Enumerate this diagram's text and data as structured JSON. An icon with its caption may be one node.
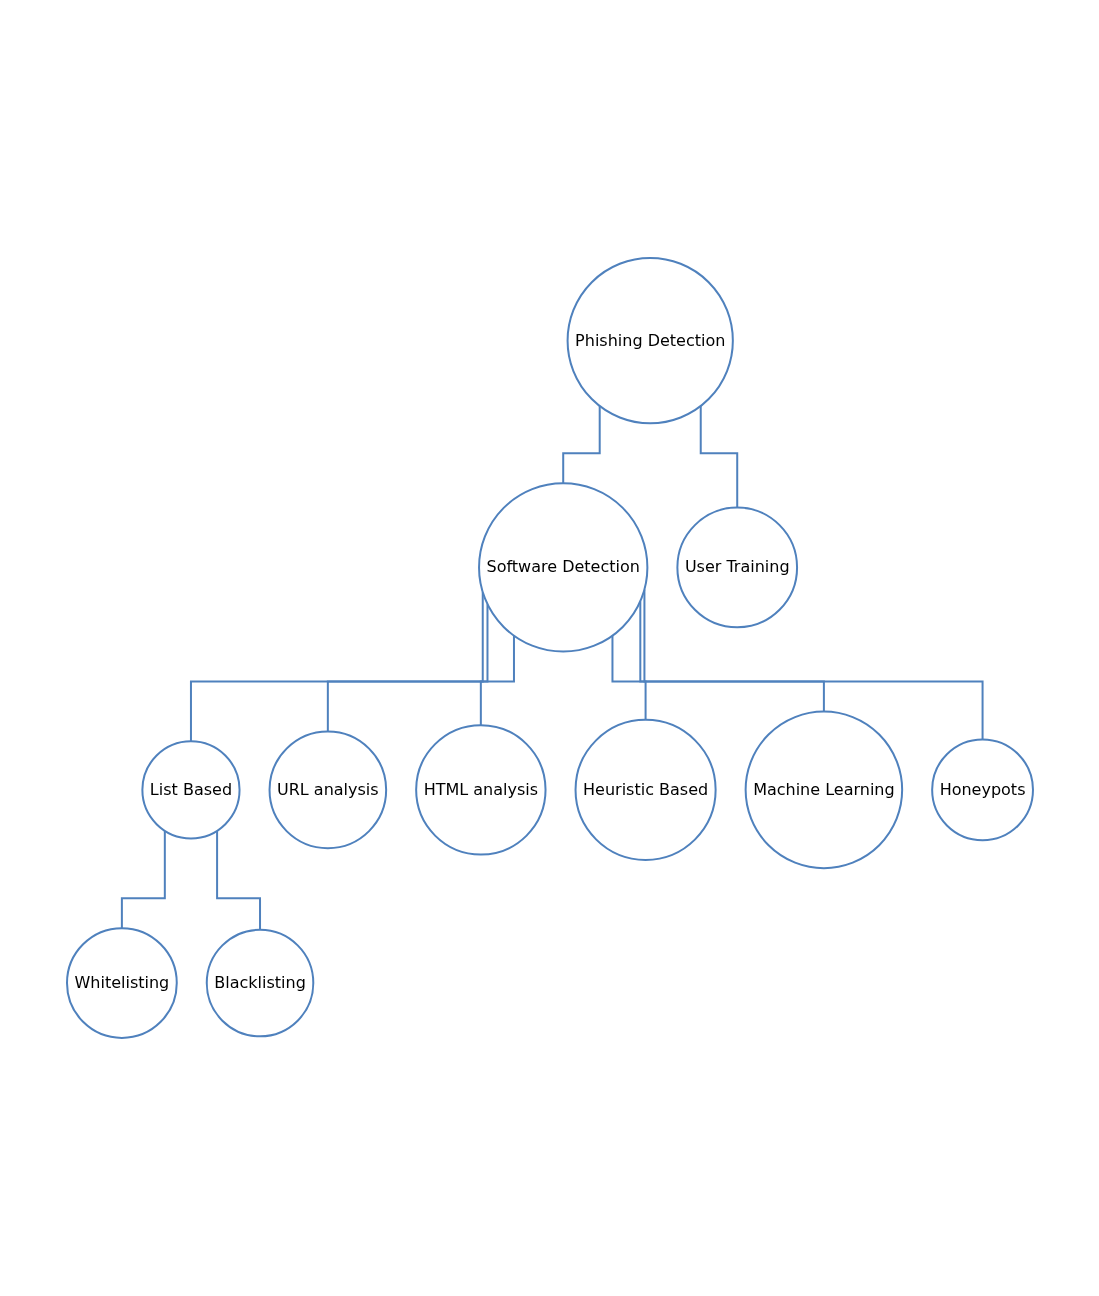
{
  "diagram": {
    "nodes": [
      {
        "text": [
          "Phishing Detection"
        ]
      },
      {
        "text": [
          "Software Detection"
        ]
      },
      {
        "text": [
          "User Training"
        ]
      },
      {
        "text": [
          "List Based"
        ]
      },
      {
        "text": [
          "URL analysis"
        ]
      },
      {
        "text": [
          "Whitelisting"
        ]
      },
      {
        "text": [
          "Blacklisting"
        ]
      },
      {
        "text": [
          "HTML analysis"
        ]
      },
      {
        "text": [
          "Heuristic Based"
        ]
      },
      {
        "text": [
          "Machine Learning"
        ]
      },
      {
        "text": [
          "Honeypots"
        ]
      }
    ],
    "edges": [
      {
        "from": 0,
        "to": 1,
        "arrow": "none"
      },
      {
        "from": 0,
        "to": 2,
        "arrow": "none"
      },
      {
        "from": 1,
        "to": 3,
        "arrow": "none"
      },
      {
        "from": 1,
        "to": 4,
        "arrow": "none"
      },
      {
        "from": 1,
        "to": 7,
        "arrow": "none"
      },
      {
        "from": 1,
        "to": 8,
        "arrow": "none"
      },
      {
        "from": 1,
        "to": 9,
        "arrow": "none"
      },
      {
        "from": 1,
        "to": 10,
        "arrow": "none"
      },
      {
        "from": 3,
        "to": 5,
        "arrow": "none"
      },
      {
        "from": 3,
        "to": 6,
        "arrow": "none"
      }
    ]
  }
}
